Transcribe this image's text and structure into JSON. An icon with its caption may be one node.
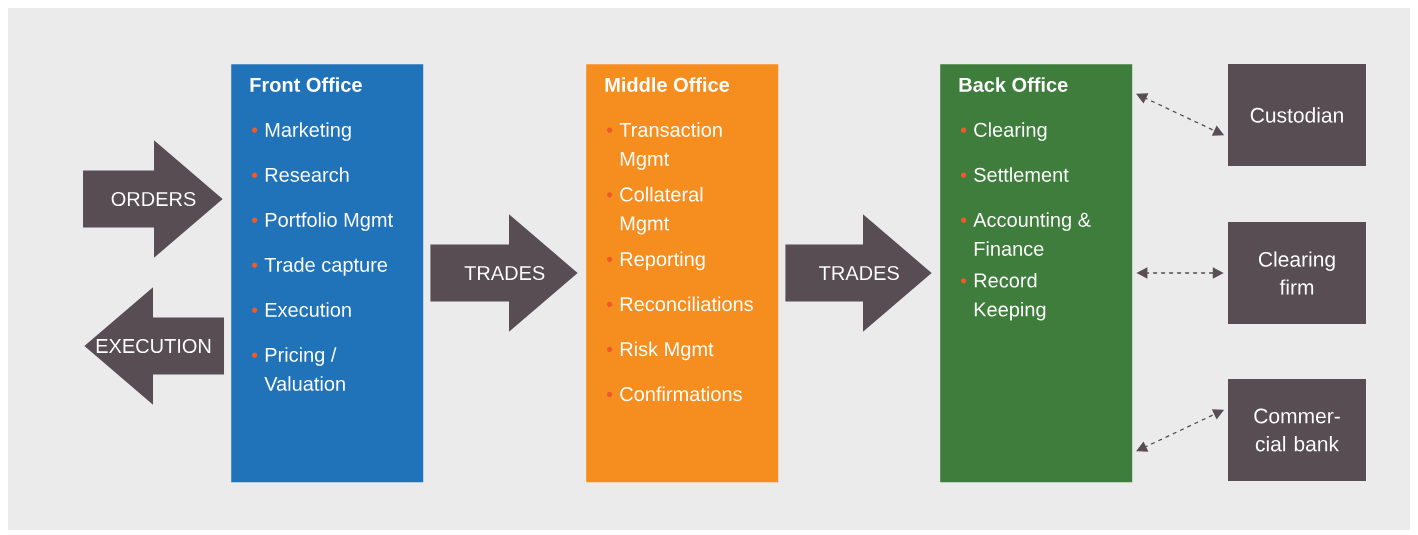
{
  "diagram": {
    "nodes": [
      {
        "text": [
          "Front Office",
          "Marketing",
          "Research",
          "Portfolio Mgmt",
          "Trade capture",
          "Execution",
          "Pricing / Valuation"
        ]
      },
      {
        "text": [
          "Middle Office",
          "Transaction Mgmt",
          "Collateral Mgmt",
          "Reporting",
          "Reconciliations",
          "Risk Mgmt",
          "Confirmations"
        ]
      },
      {
        "text": [
          "Back Office",
          "Clearing",
          "Settlement",
          "Accounting & Finance",
          "Record Keeping"
        ]
      },
      {
        "text": [
          "Custodian"
        ]
      },
      {
        "text": [
          "Clearing firm"
        ]
      },
      {
        "text": [
          "Commer- cial bank"
        ]
      }
    ],
    "edges": [
      {
        "from": null,
        "to": 0,
        "arrow": "to",
        "label": "ORDERS"
      },
      {
        "from": 0,
        "to": null,
        "arrow": "to",
        "label": "EXECUTION"
      },
      {
        "from": 0,
        "to": 1,
        "arrow": "to",
        "label": "TRADES"
      },
      {
        "from": 1,
        "to": 2,
        "arrow": "to",
        "label": "TRADES"
      },
      {
        "from": 2,
        "to": 3,
        "arrow": "both",
        "style": "dashed"
      },
      {
        "from": 2,
        "to": 4,
        "arrow": "both",
        "style": "dashed"
      },
      {
        "from": 2,
        "to": 5,
        "arrow": "both",
        "style": "dashed"
      }
    ]
  }
}
